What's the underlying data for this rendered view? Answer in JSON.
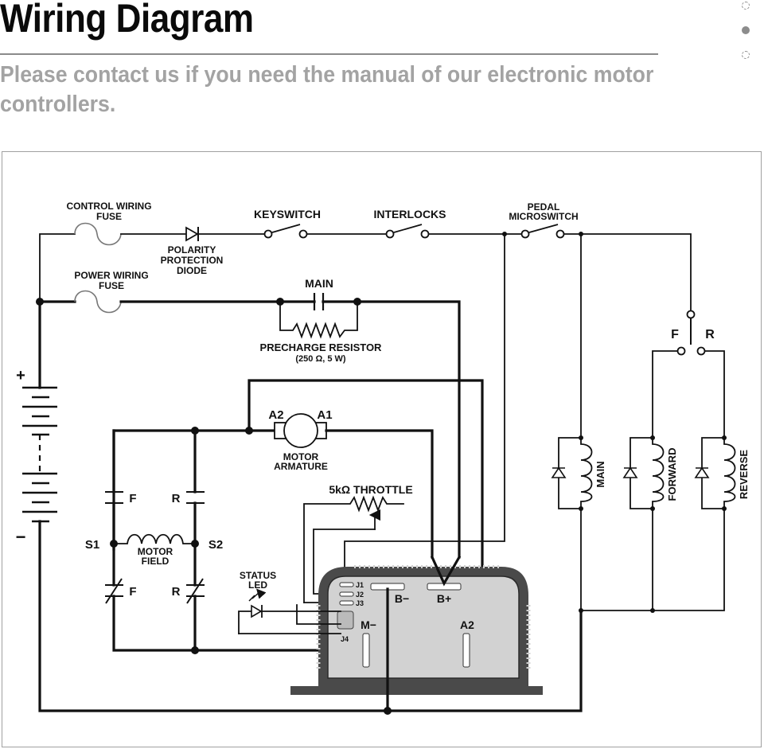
{
  "header": {
    "title": "Wiring Diagram",
    "subtitle": "Please contact us if you need the manual of our electronic motor controllers."
  },
  "pager": {
    "dots": [
      {
        "label": "slide-1",
        "active": false
      },
      {
        "label": "slide-2",
        "active": true
      },
      {
        "label": "slide-3",
        "active": false
      }
    ]
  },
  "diagram": {
    "colors": {
      "line": "#111111",
      "controller_body": "#4a4a4a",
      "controller_face": "#d2d2d2"
    },
    "labels": {
      "control_wiring_fuse_1": "CONTROL WIRING",
      "control_wiring_fuse_2": "FUSE",
      "polarity_1": "POLARITY",
      "polarity_2": "PROTECTION",
      "polarity_3": "DIODE",
      "keyswitch": "KEYSWITCH",
      "interlocks": "INTERLOCKS",
      "pedal_1": "PEDAL",
      "pedal_2": "MICROSWITCH",
      "power_fuse_1": "POWER WIRING",
      "power_fuse_2": "FUSE",
      "main_contactor": "MAIN",
      "precharge_1": "PRECHARGE RESISTOR",
      "precharge_2": "(250 Ω, 5 W)",
      "battery_plus": "+",
      "battery_minus": "−",
      "armature_a2": "A2",
      "armature_a1": "A1",
      "armature_1": "MOTOR",
      "armature_2": "ARMATURE",
      "throttle": "5kΩ THROTTLE",
      "contact_f_top": "F",
      "contact_r_top": "R",
      "s1": "S1",
      "s2": "S2",
      "field_1": "MOTOR",
      "field_2": "FIELD",
      "contact_f_bottom": "F",
      "contact_r_bottom": "R",
      "status_led_1": "STATUS",
      "status_led_2": "LED",
      "j1": "J1",
      "j2": "J2",
      "j3": "J3",
      "j4": "J4",
      "b_minus": "B−",
      "b_plus": "B+",
      "m_minus": "M−",
      "ctrl_a2": "A2",
      "fr_switch_f": "F",
      "fr_switch_r": "R",
      "coil_main": "MAIN",
      "coil_forward": "FORWARD",
      "coil_reverse": "REVERSE"
    }
  }
}
